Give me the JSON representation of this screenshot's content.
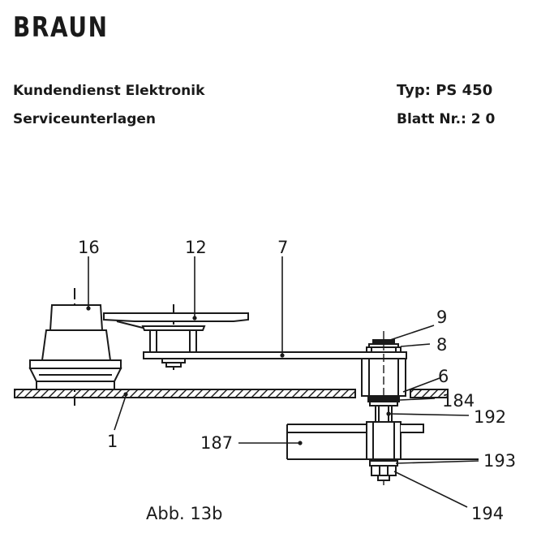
{
  "header": {
    "brand": "BRAUN",
    "dept": "Kundendienst Elektronik",
    "docs": "Serviceunterlagen",
    "type_line": "Typ:  PS 450",
    "sheet_line": "Blatt Nr.: 2 0"
  },
  "diagram": {
    "labels": {
      "p16": "16",
      "p12": "12",
      "p7": "7",
      "p9": "9",
      "p8": "8",
      "p6": "6",
      "p184": "184",
      "p192": "192",
      "p1": "1",
      "p187": "187",
      "p193": "193",
      "p194": "194"
    },
    "caption": "Abb. 13b"
  }
}
